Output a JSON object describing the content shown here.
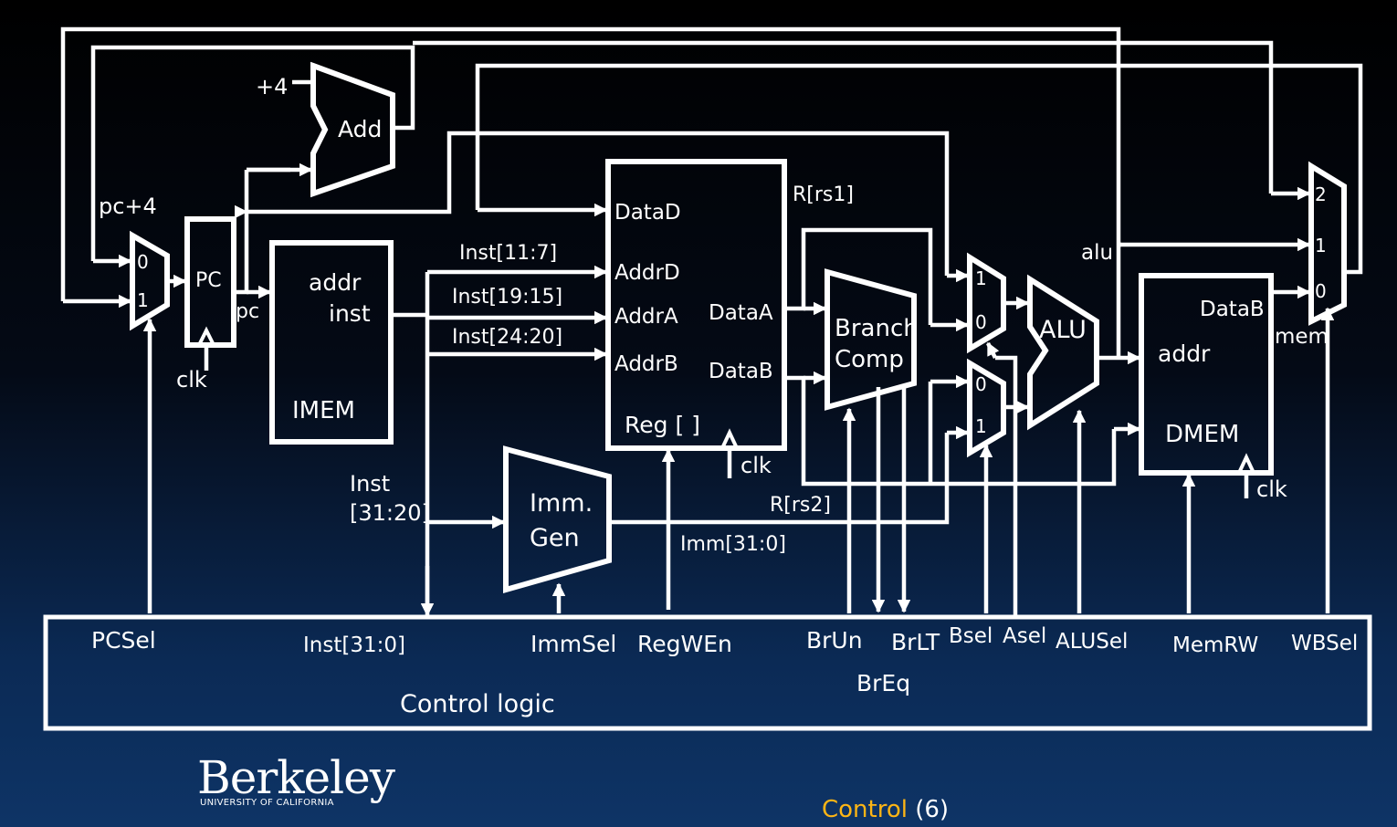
{
  "labels": {
    "plus4": "+4",
    "add": "Add",
    "pc_plus4": "pc+4",
    "pc_reg": "PC",
    "pc_out": "pc",
    "clk": "clk",
    "addr": "addr",
    "inst": "inst",
    "imem": "IMEM",
    "inst_11_7": "Inst[11:7]",
    "inst_19_15": "Inst[19:15]",
    "inst_24_20": "Inst[24:20]",
    "inst_31_20_a": "Inst",
    "inst_31_20_b": "[31:20]",
    "imm_a": "Imm.",
    "imm_b": "Gen",
    "imm_31_0": "Imm[31:0]",
    "datad": "DataD",
    "addrd": "AddrD",
    "addra": "AddrA",
    "addrb": "AddrB",
    "dataa": "DataA",
    "datab": "DataB",
    "reg": "Reg [ ]",
    "rrs1": "R[rs1]",
    "rrs2": "R[rs2]",
    "branch_a": "Branch",
    "branch_b": "Comp",
    "alu": "ALU",
    "alu_out": "alu",
    "dmem_datab": "DataB",
    "dmem_addr": "addr",
    "dmem": "DMEM",
    "mem": "mem",
    "mux_0": "0",
    "mux_1": "1",
    "mux_2": "2"
  },
  "control": {
    "title": "Control logic",
    "signals": {
      "pcsel": "PCSel",
      "inst": "Inst[31:0]",
      "immsel": "ImmSel",
      "regwen": "RegWEn",
      "brun": "BrUn",
      "brlt": "BrLT",
      "breq": "BrEq",
      "bsel": "Bsel",
      "asel": "Asel",
      "alusel": "ALUSel",
      "memrw": "MemRW",
      "wbsel": "WBSel"
    }
  },
  "footer": {
    "logo_word": "Berkeley",
    "logo_sub": "UNIVERSITY OF CALIFORNIA",
    "title": "Control",
    "number": "(6)"
  },
  "colors": {
    "background_top": "#000000",
    "background_bottom": "#0e3466",
    "lines": "#ffffff",
    "title_accent": "#fdb515"
  }
}
